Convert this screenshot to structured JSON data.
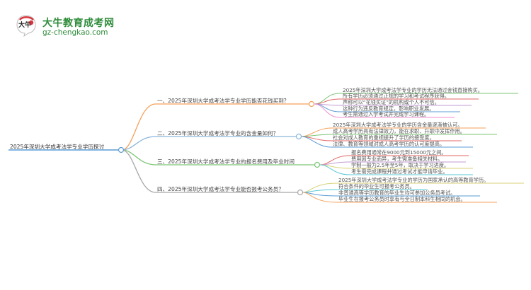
{
  "header": {
    "logo_badge_text": "大牛",
    "site_name": "大牛教育成考网",
    "site_url": "gz-chengkao.com"
  },
  "colors": {
    "brand_green": "#2e8b3a",
    "root_line": "#5b9bd5",
    "branch_orange": "#f5a05a",
    "branch_blue": "#8ab6dc",
    "branch_green": "#7cc576",
    "branch_gray": "#a8a8a8"
  },
  "mindmap": {
    "root": "2025年深圳大学成考法学专业学历探讨",
    "branches": [
      {
        "label": "一、2025年深圳大学成考法学专业学历能否花钱买到？",
        "color": "#f5a05a",
        "leaves": [
          {
            "text": "2025年深圳大学成考法学专业的学历无法通过金钱直接购买。",
            "color": "#7cc576"
          },
          {
            "text": "所有学历必须通过正规的学习和考试程序获得。",
            "color": "#e06666"
          },
          {
            "text": "声称可以“花钱买证”的机构或个人不可信。",
            "color": "#c39bd3"
          },
          {
            "text": "这种行为违反教育规定，影响职业发展。",
            "color": "#5b9bd5"
          },
          {
            "text": "考生需通过入学考试并完成学习课程。",
            "color": "#f08ccf"
          }
        ]
      },
      {
        "label": "二、2025年深圳大学成考法学专业的含金量如何？",
        "color": "#8ab6dc",
        "leaves": [
          {
            "text": "2025年深圳大学成考法学专业的学历含金量逐渐被认可。",
            "color": "#f5a05a"
          },
          {
            "text": "成人高考学历具有法律效力，能在求职、升职中发挥作用。",
            "color": "#7cc576"
          },
          {
            "text": "社会对成人教育的重视提升了学历的接受度。",
            "color": "#e06666"
          },
          {
            "text": "法律、教育等领域对成人高考学历的认可度提高。",
            "color": "#5b9bd5"
          }
        ]
      },
      {
        "label": "三、2025年深圳大学成考法学专业的报名费用及毕业时间",
        "color": "#7cc576",
        "leaves": [
          {
            "text": "报名费用通常在9000元到15000元之间。",
            "color": "#e06666"
          },
          {
            "text": "费用因专业而异，考生需准备相关材料。",
            "color": "#c39bd3"
          },
          {
            "text": "学制一般为2.5年至5年，取决于学习进度。",
            "color": "#d8d27a"
          },
          {
            "text": "考生需完成课程并通过考试才能申请毕业。",
            "color": "#5bc8d8"
          }
        ]
      },
      {
        "label": "四、2025年深圳大学成考法学专业能否报考公务员？",
        "color": "#a8a8a8",
        "leaves": [
          {
            "text": "2025年深圳大学成考法学专业的学历为国家承认的高等教育学历。",
            "color": "#d8d27a"
          },
          {
            "text": "符合条件的毕业生可报考公务员。",
            "color": "#5bc8d8"
          },
          {
            "text": "非普通高等学历教育的毕业生均可参加公务员考试。",
            "color": "#5b9bd5"
          },
          {
            "text": "毕业生在报考公务员时享有与全日制本科生相同的机会。",
            "color": "#f5a05a"
          }
        ]
      }
    ]
  }
}
